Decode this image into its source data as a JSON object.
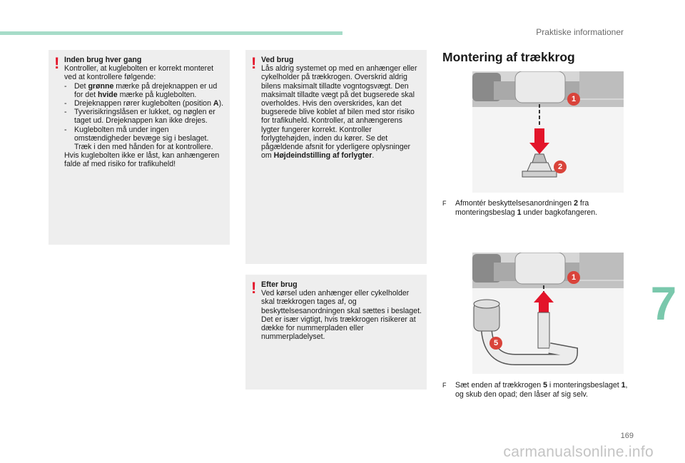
{
  "header": {
    "title": "Praktiske informationer"
  },
  "warning_boxes": [
    {
      "title": "Inden brug hver gang",
      "intro": "Kontroller, at kuglebolten er korrekt monteret ved at kontrollere følgende:",
      "items": [
        {
          "dash": "-",
          "before": "Det ",
          "bold1": "grønne",
          "mid": " mærke på drejeknappen er ud for det ",
          "bold2": "hvide",
          "after": " mærke på kuglebolten."
        },
        {
          "dash": "-",
          "before": "Drejeknappen rører kuglebolten (position ",
          "bold1": "A",
          "mid": ").",
          "bold2": "",
          "after": ""
        },
        {
          "dash": "-",
          "before": "Tyverisikringslåsen er lukket, og nøglen er taget ud. Drejeknappen kan ikke drejes.",
          "bold1": "",
          "mid": "",
          "bold2": "",
          "after": ""
        },
        {
          "dash": "-",
          "before": "Kuglebolten må under ingen omstændigheder bevæge sig i beslaget. Træk i den med hånden for at kontrollere.",
          "bold1": "",
          "mid": "",
          "bold2": "",
          "after": ""
        }
      ],
      "outro": "Hvis kuglebolten ikke er låst, kan anhængeren falde af med risiko for trafikuheld!"
    },
    {
      "title": "Ved brug",
      "body": "Lås aldrig systemet op med en anhænger eller cykelholder på trækkrogen. Overskrid aldrig bilens maksimalt tilladte vogntogsvægt. Den maksimalt tilladte vægt på det bugserede skal overholdes. Hvis den overskrides, kan det bugserede blive koblet af bilen med stor risiko for trafikuheld. Kontroller, at anhængerens lygter fungerer korrekt. Kontroller forlygtehøjden, inden du kører. Se det pågældende afsnit for yderligere oplysninger om ",
      "bold": "Højdeindstilling af forlygter",
      "end": "."
    },
    {
      "title": "Efter brug",
      "body": "Ved kørsel uden anhænger eller cykelholder skal trækkrogen tages af, og beskyttelsesanordningen skal sættes i beslaget. Det er især vigtigt, hvis trækkrogen risikerer at dække for nummerpladen eller nummerpladelyset."
    }
  ],
  "section": {
    "title": "Montering af trækkrog",
    "figures": [
      {
        "labels": [
          "1",
          "2"
        ]
      },
      {
        "labels": [
          "1",
          "5"
        ]
      }
    ],
    "instructions": [
      {
        "arrow": "F",
        "t1": "Afmontér beskyttelsesanordningen ",
        "b1": "2",
        "t2": " fra monteringsbeslag ",
        "b2": "1",
        "t3": " under bagkofangeren."
      },
      {
        "arrow": "F",
        "t1": "Sæt enden af trækkrogen ",
        "b1": "5",
        "t2": " i monteringsbeslaget ",
        "b2": "1",
        "t3": ", og skub den opad; den låser af sig selv."
      }
    ]
  },
  "chapter": "7",
  "page_number": "169",
  "watermark": "carmanualsonline.info",
  "colors": {
    "accent": "#a6dcc8",
    "chapter": "#7ac8ac",
    "warning": "#e3142a",
    "badge": "#d9433a",
    "arrow_red": "#e3142a"
  }
}
